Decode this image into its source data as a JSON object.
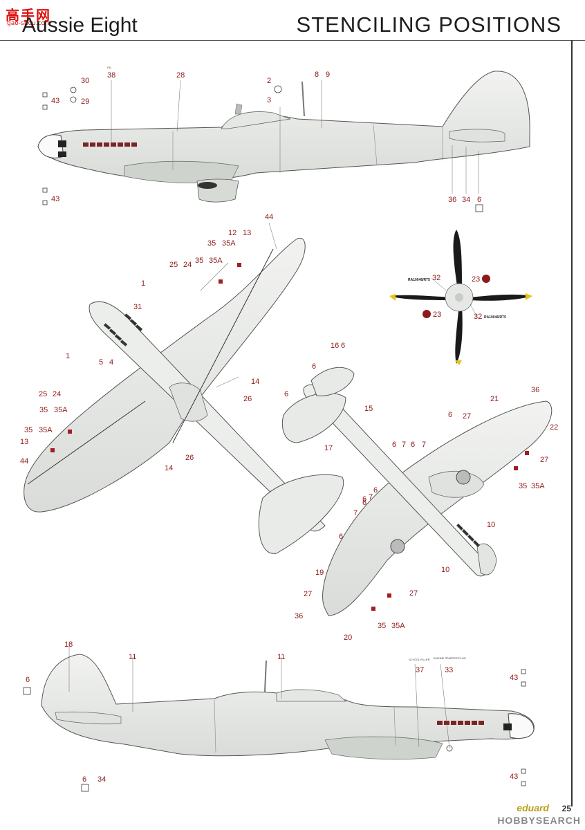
{
  "header": {
    "model_title": "Aussie Eight",
    "sheet_title": "STENCILING POSITIONS"
  },
  "logo": {
    "text": "高手网",
    "url": "gao-shou.com"
  },
  "footer": {
    "brand": "eduard",
    "page_number": "25",
    "watermark": "HOBBYSEARCH"
  },
  "small_labels": {
    "oil": "OIL",
    "glycol_filler": "GLYCOL FILLER",
    "engine_starter_plug": "ENGINE STARTER PLUG",
    "prop_code": "RA10046/RT5"
  },
  "markers": {
    "top_side": [
      {
        "id": "m30",
        "text": "30"
      },
      {
        "id": "m29",
        "text": "29"
      },
      {
        "id": "m43a",
        "text": "43"
      },
      {
        "id": "m43b",
        "text": "43"
      },
      {
        "id": "m38",
        "text": "38"
      },
      {
        "id": "m28",
        "text": "28"
      },
      {
        "id": "m2",
        "text": "2"
      },
      {
        "id": "m3",
        "text": "3"
      },
      {
        "id": "m8",
        "text": "8"
      },
      {
        "id": "m9",
        "text": "9"
      },
      {
        "id": "m36a",
        "text": "36"
      },
      {
        "id": "m34a",
        "text": "34"
      },
      {
        "id": "m6a",
        "text": "6"
      }
    ],
    "top_view": [
      {
        "id": "m44a",
        "text": "44"
      },
      {
        "id": "m12",
        "text": "12"
      },
      {
        "id": "m13a",
        "text": "13"
      },
      {
        "id": "m35a",
        "text": "35"
      },
      {
        "id": "m35Aa",
        "text": "35A"
      },
      {
        "id": "m25a",
        "text": "25"
      },
      {
        "id": "m24a",
        "text": "24"
      },
      {
        "id": "m35b",
        "text": "35"
      },
      {
        "id": "m35Ab",
        "text": "35A"
      },
      {
        "id": "m1a",
        "text": "1"
      },
      {
        "id": "m31",
        "text": "31"
      },
      {
        "id": "m1b",
        "text": "1"
      },
      {
        "id": "m5",
        "text": "5"
      },
      {
        "id": "m4",
        "text": "4"
      },
      {
        "id": "m25b",
        "text": "25"
      },
      {
        "id": "m24b",
        "text": "24"
      },
      {
        "id": "m35c",
        "text": "35"
      },
      {
        "id": "m35Ac",
        "text": "35A"
      },
      {
        "id": "m35d",
        "text": "35"
      },
      {
        "id": "m35Ad",
        "text": "35A"
      },
      {
        "id": "m13b",
        "text": "13"
      },
      {
        "id": "m44b",
        "text": "44"
      },
      {
        "id": "m14a",
        "text": "14"
      },
      {
        "id": "m26a",
        "text": "26"
      },
      {
        "id": "m14b",
        "text": "14"
      },
      {
        "id": "m26b",
        "text": "26"
      }
    ],
    "propeller": [
      {
        "id": "p32a",
        "text": "32"
      },
      {
        "id": "p23a",
        "text": "23"
      },
      {
        "id": "p23b",
        "text": "23"
      },
      {
        "id": "p32b",
        "text": "32"
      }
    ],
    "bottom_view": [
      {
        "id": "b16",
        "text": "16"
      },
      {
        "id": "b6a",
        "text": "6"
      },
      {
        "id": "b6b",
        "text": "6"
      },
      {
        "id": "b6c",
        "text": "6"
      },
      {
        "id": "b15",
        "text": "15"
      },
      {
        "id": "b17",
        "text": "17"
      },
      {
        "id": "b21",
        "text": "21"
      },
      {
        "id": "b36a",
        "text": "36"
      },
      {
        "id": "b6d",
        "text": "6"
      },
      {
        "id": "b27a",
        "text": "27"
      },
      {
        "id": "b22",
        "text": "22"
      },
      {
        "id": "b27b",
        "text": "27"
      },
      {
        "id": "b6e",
        "text": "6"
      },
      {
        "id": "b7a",
        "text": "7"
      },
      {
        "id": "b6f",
        "text": "6"
      },
      {
        "id": "b7b",
        "text": "7"
      },
      {
        "id": "b6g",
        "text": "6"
      },
      {
        "id": "b35e",
        "text": "35"
      },
      {
        "id": "b35Ae",
        "text": "35A"
      },
      {
        "id": "b6h",
        "text": "6"
      },
      {
        "id": "b7c",
        "text": "7"
      },
      {
        "id": "b6i",
        "text": "6"
      },
      {
        "id": "b7d",
        "text": "7"
      },
      {
        "id": "b10a",
        "text": "10"
      },
      {
        "id": "b6j",
        "text": "6"
      },
      {
        "id": "b10b",
        "text": "10"
      },
      {
        "id": "b19",
        "text": "19"
      },
      {
        "id": "b27c",
        "text": "27"
      },
      {
        "id": "b27d",
        "text": "27"
      },
      {
        "id": "b36b",
        "text": "36"
      },
      {
        "id": "b35f",
        "text": "35"
      },
      {
        "id": "b35Af",
        "text": "35A"
      },
      {
        "id": "b20",
        "text": "20"
      }
    ],
    "bottom_side": [
      {
        "id": "s18",
        "text": "18"
      },
      {
        "id": "s11a",
        "text": "11"
      },
      {
        "id": "s11b",
        "text": "11"
      },
      {
        "id": "s6a",
        "text": "6"
      },
      {
        "id": "s37",
        "text": "37"
      },
      {
        "id": "s33",
        "text": "33"
      },
      {
        "id": "s43a",
        "text": "43"
      },
      {
        "id": "s43b",
        "text": "43"
      },
      {
        "id": "s6b",
        "text": "6"
      },
      {
        "id": "s34",
        "text": "34"
      }
    ]
  }
}
